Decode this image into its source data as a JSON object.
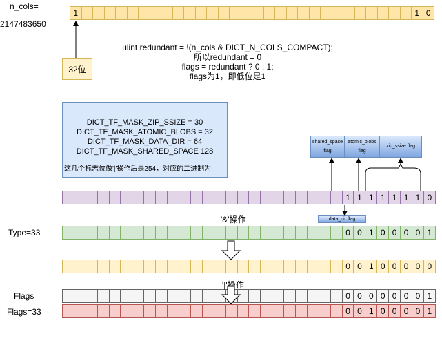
{
  "labels": {
    "n_cols_line1": "n_cols=",
    "n_cols_line2": "2147483650",
    "bits_32": "32位",
    "type": "Type=33",
    "flags": "Flags",
    "flags33": "Flags=33",
    "and_op": "'&'操作",
    "or_op": "'|'操作"
  },
  "code": {
    "line1": "ulint redundant = !(n_cols & DICT_N_COLS_COMPACT);",
    "line2": "所以redundant = 0",
    "line3": "flags = redundant ? 0 : 1;",
    "line4": "flags为1，即低位是1"
  },
  "masks": {
    "line1": "DICT_TF_MASK_ZIP_SSIZE = 30",
    "line2": "DICT_TF_MASK_ATOMIC_BLOBS = 32",
    "line3": "DICT_TF_MASK_DATA_DIR = 64",
    "line4": "DICT_TF_MASK_SHARED_SPACE  128",
    "line5": "这几个标志位做'|'操作后是254，对应的二进制为"
  },
  "flag_boxes": {
    "shared_space": "shared_space",
    "shared_space_sub": "flag",
    "atomic_blobs": "atomic_blobs",
    "atomic_blobs_sub": "flag",
    "zip_ssize": "zip_ssize flag",
    "data_dir": "data_dir flag"
  },
  "rows": {
    "ncols": [
      "1",
      "",
      "",
      "",
      "",
      "",
      "",
      "",
      "",
      "",
      "",
      "",
      "",
      "",
      "",
      "",
      "",
      "",
      "",
      "",
      "",
      "",
      "",
      "",
      "",
      "",
      "",
      "",
      "",
      "",
      "1",
      "0"
    ],
    "mask": [
      "",
      "",
      "",
      "",
      "",
      "",
      "",
      "",
      "",
      "",
      "",
      "",
      "",
      "",
      "",
      "",
      "",
      "",
      "",
      "",
      "",
      "",
      "",
      "",
      "1",
      "1",
      "1",
      "1",
      "1",
      "1",
      "1",
      "0"
    ],
    "type": [
      "",
      "",
      "",
      "",
      "",
      "",
      "",
      "",
      "",
      "",
      "",
      "",
      "",
      "",
      "",
      "",
      "",
      "",
      "",
      "",
      "",
      "",
      "",
      "",
      "0",
      "0",
      "1",
      "0",
      "0",
      "0",
      "0",
      "1"
    ],
    "result": [
      "",
      "",
      "",
      "",
      "",
      "",
      "",
      "",
      "",
      "",
      "",
      "",
      "",
      "",
      "",
      "",
      "",
      "",
      "",
      "",
      "",
      "",
      "",
      "",
      "0",
      "0",
      "1",
      "0",
      "0",
      "0",
      "0",
      "0"
    ],
    "flags": [
      "",
      "",
      "",
      "",
      "",
      "",
      "",
      "",
      "",
      "",
      "",
      "",
      "",
      "",
      "",
      "",
      "",
      "",
      "",
      "",
      "",
      "",
      "",
      "",
      "0",
      "0",
      "0",
      "0",
      "0",
      "0",
      "0",
      "1"
    ],
    "final": [
      "",
      "",
      "",
      "",
      "",
      "",
      "",
      "",
      "",
      "",
      "",
      "",
      "",
      "",
      "",
      "",
      "",
      "",
      "",
      "",
      "",
      "",
      "",
      "",
      "0",
      "0",
      "1",
      "0",
      "0",
      "0",
      "0",
      "1"
    ]
  },
  "colors": {
    "ncols": "#ffe6a8",
    "mask": "#e1d5e7",
    "type": "#d5e8d4",
    "result": "#fff2cc",
    "flags": "#f5f5f5",
    "final": "#f8cecc"
  }
}
